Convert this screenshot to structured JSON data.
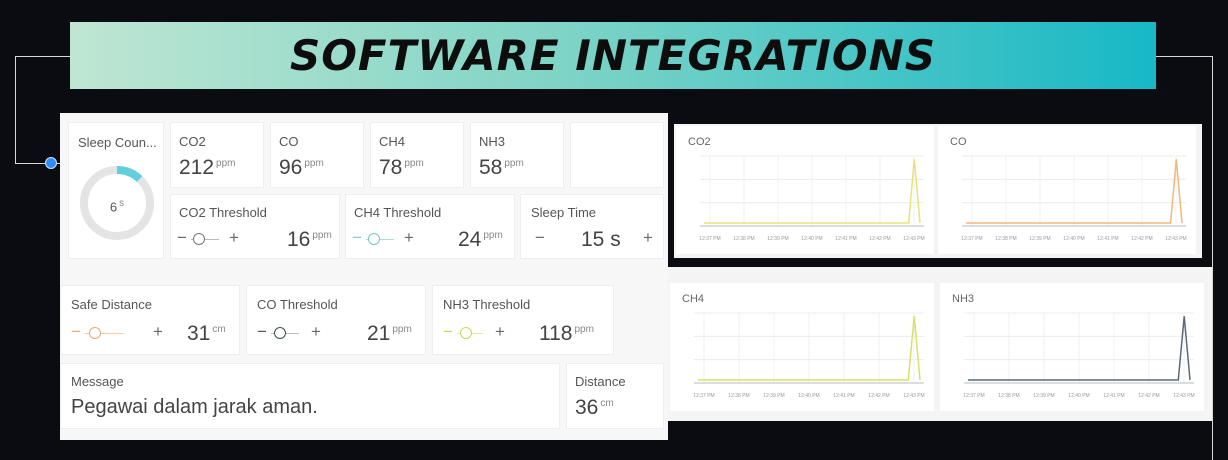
{
  "banner": {
    "title": "SOFTWARE INTEGRATIONS"
  },
  "colors": {
    "gauge": "#5fd0dc",
    "co2": "#e9e27a",
    "co": "#f3b77a",
    "ch4": "#d7e06a",
    "nh3": "#5a6a78"
  },
  "dashboard": {
    "sleep_counter": {
      "label": "Sleep Coun...",
      "value": "6",
      "unit": "s",
      "fraction": 0.12
    },
    "co2": {
      "label": "CO2",
      "value": "212",
      "unit": "ppm"
    },
    "co": {
      "label": "CO",
      "value": "96",
      "unit": "ppm"
    },
    "ch4": {
      "label": "CH4",
      "value": "78",
      "unit": "ppm"
    },
    "nh3": {
      "label": "NH3",
      "value": "58",
      "unit": "ppm"
    },
    "co2_threshold": {
      "label": "CO2 Threshold",
      "minus": "−",
      "plus": "+",
      "value": "16",
      "unit": "ppm"
    },
    "ch4_threshold": {
      "label": "CH4 Threshold",
      "minus": "−",
      "plus": "+",
      "value": "24",
      "unit": "ppm"
    },
    "sleep_time": {
      "label": "Sleep Time",
      "minus": "−",
      "plus": "+",
      "value": "15 s"
    },
    "safe_distance": {
      "label": "Safe Distance",
      "minus": "−",
      "plus": "+",
      "value": "31",
      "unit": "cm"
    },
    "co_threshold": {
      "label": "CO Threshold",
      "minus": "−",
      "plus": "+",
      "value": "21",
      "unit": "ppm"
    },
    "nh3_threshold": {
      "label": "NH3 Threshold",
      "minus": "−",
      "plus": "+",
      "value": "118",
      "unit": "ppm"
    },
    "message": {
      "label": "Message",
      "text": "Pegawai dalam jarak aman."
    },
    "distance": {
      "label": "Distance",
      "value": "36",
      "unit": "cm"
    }
  },
  "chart_data": [
    {
      "type": "line",
      "title": "CO2",
      "x": [
        "12:37 PM",
        "12:38 PM",
        "12:39 PM",
        "12:40 PM",
        "12:41 PM",
        "12:42 PM",
        "12:43 PM"
      ],
      "series": [
        {
          "values": [
            0,
            0,
            0,
            0,
            0,
            0,
            0,
            0,
            0,
            0,
            0,
            0,
            0,
            0,
            0,
            0,
            0,
            0,
            0,
            0,
            0,
            0,
            0,
            0,
            0,
            0,
            0,
            0,
            0,
            0,
            0,
            0,
            0,
            0,
            0,
            0,
            0,
            1,
            0
          ]
        }
      ],
      "ylim": [
        0,
        1.05
      ],
      "grid": true
    },
    {
      "type": "line",
      "title": "CO",
      "x": [
        "12:37 PM",
        "12:38 PM",
        "12:39 PM",
        "12:40 PM",
        "12:41 PM",
        "12:42 PM",
        "12:43 PM"
      ],
      "series": [
        {
          "values": [
            0,
            0,
            0,
            0,
            0,
            0,
            0,
            0,
            0,
            0,
            0,
            0,
            0,
            0,
            0,
            0,
            0,
            0,
            0,
            0,
            0,
            0,
            0,
            0,
            0,
            0,
            0,
            0,
            0,
            0,
            0,
            0,
            0,
            0,
            0,
            0,
            0,
            1,
            0
          ]
        }
      ],
      "ylim": [
        0,
        1.05
      ],
      "grid": true
    },
    {
      "type": "line",
      "title": "CH4",
      "x": [
        "12:37 PM",
        "12:38 PM",
        "12:39 PM",
        "12:40 PM",
        "12:41 PM",
        "12:42 PM",
        "12:43 PM"
      ],
      "series": [
        {
          "values": [
            0,
            0,
            0,
            0,
            0,
            0,
            0,
            0,
            0,
            0,
            0,
            0,
            0,
            0,
            0,
            0,
            0,
            0,
            0,
            0,
            0,
            0,
            0,
            0,
            0,
            0,
            0,
            0,
            0,
            0,
            0,
            0,
            0,
            0,
            0,
            0,
            0,
            1,
            0
          ]
        }
      ],
      "ylim": [
        0,
        1.05
      ],
      "grid": true
    },
    {
      "type": "line",
      "title": "NH3",
      "x": [
        "12:37 PM",
        "12:38 PM",
        "12:39 PM",
        "12:40 PM",
        "12:41 PM",
        "12:42 PM",
        "12:43 PM"
      ],
      "series": [
        {
          "values": [
            0,
            0,
            0,
            0,
            0,
            0,
            0,
            0,
            0,
            0,
            0,
            0,
            0,
            0,
            0,
            0,
            0,
            0,
            0,
            0,
            0,
            0,
            0,
            0,
            0,
            0,
            0,
            0,
            0,
            0,
            0,
            0,
            0,
            0,
            0,
            0,
            0,
            1,
            0
          ]
        }
      ],
      "ylim": [
        0,
        1.05
      ],
      "grid": true
    }
  ]
}
